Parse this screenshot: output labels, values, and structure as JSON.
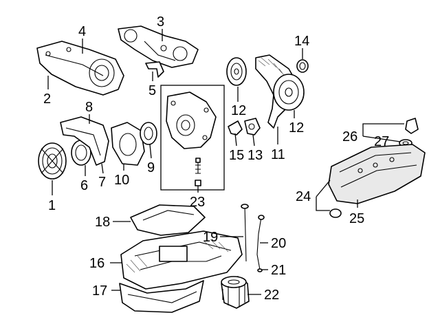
{
  "callouts": {
    "c1": "1",
    "c2": "2",
    "c3": "3",
    "c4": "4",
    "c5": "5",
    "c6": "6",
    "c7": "7",
    "c8": "8",
    "c9": "9",
    "c10": "10",
    "c11": "11",
    "c12a": "12",
    "c12b": "12",
    "c13": "13",
    "c14": "14",
    "c15": "15",
    "c16": "16",
    "c17": "17",
    "c18": "18",
    "c19": "19",
    "c20": "20",
    "c21": "21",
    "c22": "22",
    "c23": "23",
    "c24": "24",
    "c25": "25",
    "c26": "26",
    "c27": "27"
  },
  "colors": {
    "line": "#000000",
    "background": "#ffffff",
    "shade": "#e9e9e9"
  }
}
